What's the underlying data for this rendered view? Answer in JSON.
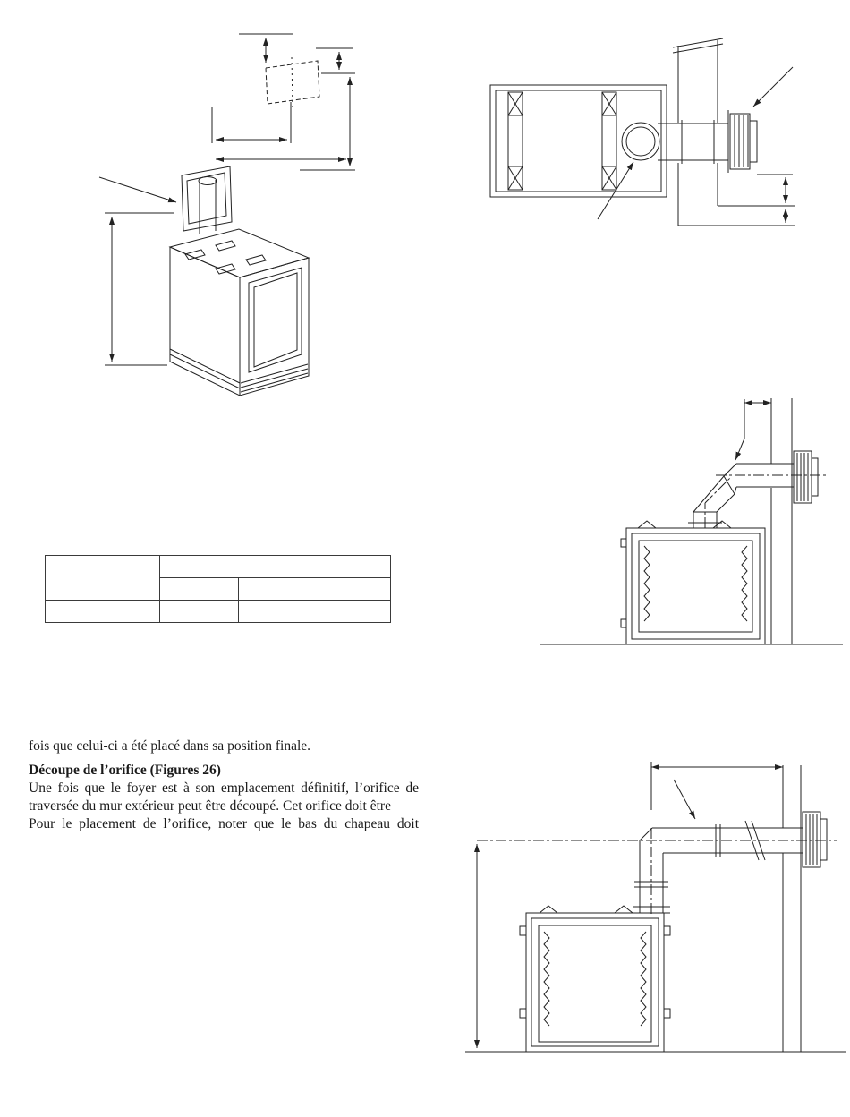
{
  "colors": {
    "background": "#ffffff",
    "ink": "#222222",
    "text": "#1a1a1a"
  },
  "content": {
    "line_position_finale": "fois que celui-ci a été placé dans sa position finale.",
    "heading_decoupe": "Découpe de l’orifice (Figures 26)",
    "para_decoupe": "Une fois que le foyer est à son emplacement définitif, l’orifice de traversée du mur extérieur peut être découpé. Cet orifice doit être",
    "para_placement": "Pour le placement de l’orifice, noter que le bas du chapeau doit"
  },
  "table": {
    "rows": [
      {
        "cells": [
          "",
          ""
        ]
      },
      {
        "cells": [
          "",
          "",
          ""
        ]
      },
      {
        "cells": [
          "",
          "",
          "",
          ""
        ]
      }
    ]
  }
}
